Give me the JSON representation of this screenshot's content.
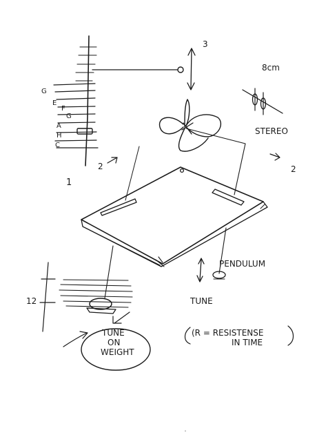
{
  "scale_notes": [
    "G",
    "E",
    "F",
    "G",
    "A",
    "H",
    "C"
  ],
  "labels": {
    "three": "3",
    "size": "8cm",
    "stereo": "STEREO",
    "two_left": "2",
    "two_right": "2",
    "one": "1",
    "pendulum": "PENDULUM",
    "tune": "TUNE",
    "twelve": "12",
    "tune_on_weight_1": "TUNE",
    "tune_on_weight_2": "ON",
    "tune_on_weight_3": "WEIGHT",
    "resistance_1": "(R = RESISTENSE",
    "resistance_2": "IN TIME"
  }
}
